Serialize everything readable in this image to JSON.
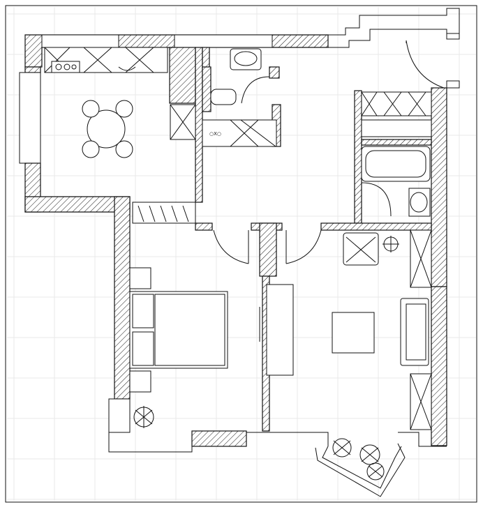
{
  "plan": {
    "background": "#ffffff",
    "line_color": "#111111",
    "hatch_color": "#111111",
    "grid_color": "#e6e6e6",
    "washer_label": "○X○"
  },
  "rooms": [
    "kitchen",
    "bathroom",
    "wc",
    "bedroom",
    "living-room",
    "hallway",
    "balcony"
  ],
  "fixtures": [
    "stove",
    "kitchen-sink",
    "dining-table",
    "chairs",
    "bathtub",
    "washbasin",
    "toilet",
    "double-bed",
    "nightstands",
    "wardrobe",
    "sofa",
    "coffee-table",
    "tv-unit",
    "armchair",
    "plants"
  ]
}
